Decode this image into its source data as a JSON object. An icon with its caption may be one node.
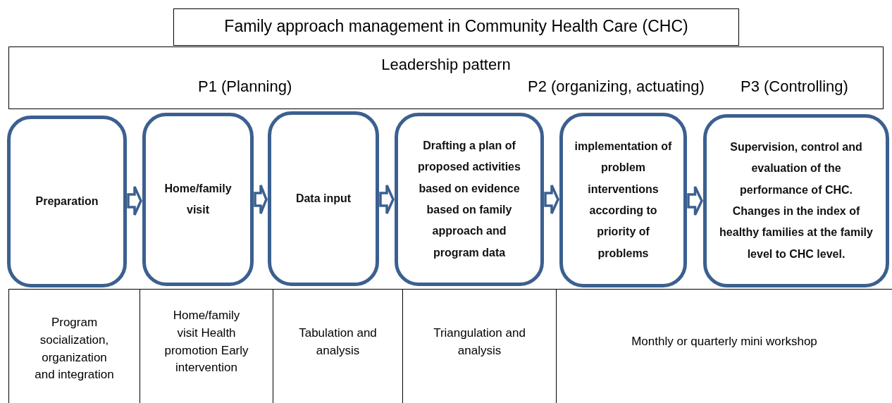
{
  "diagram": {
    "nodes": [
      {
        "text": [
          "Family approach management in Community Health Care (CHC)"
        ]
      },
      {
        "text": [
          "Leadership pattern",
          "P1 (Planning)",
          "P2 (organizing, actuating)",
          "P3 (Controlling)"
        ]
      },
      {
        "text": [
          "Preparation"
        ]
      },
      {
        "text": [
          "Home/family visit"
        ]
      },
      {
        "text": [
          "Data input"
        ]
      },
      {
        "text": [
          "Drafting a plan of proposed activities based on evidence based on family approach and program data"
        ]
      },
      {
        "text": [
          "implementation of problem interventions according to priority of problems"
        ]
      },
      {
        "text": [
          "Supervision, control and evaluation of the performance of CHC. Changes in the index of healthy families at the family level to CHC level."
        ]
      }
    ],
    "edges": [
      {
        "from": 2,
        "to": 3,
        "arrow": "to"
      },
      {
        "from": 3,
        "to": 4,
        "arrow": "to"
      },
      {
        "from": 4,
        "to": 5,
        "arrow": "to"
      },
      {
        "from": 5,
        "to": 6,
        "arrow": "to"
      },
      {
        "from": 6,
        "to": 7,
        "arrow": "to"
      }
    ],
    "labels": [
      "Program socialization, organization and integration",
      "Home/family visit Health promotion Early intervention",
      "Tabulation and analysis",
      "Triangulation and analysis",
      "Monthly or quarterly mini workshop"
    ]
  }
}
